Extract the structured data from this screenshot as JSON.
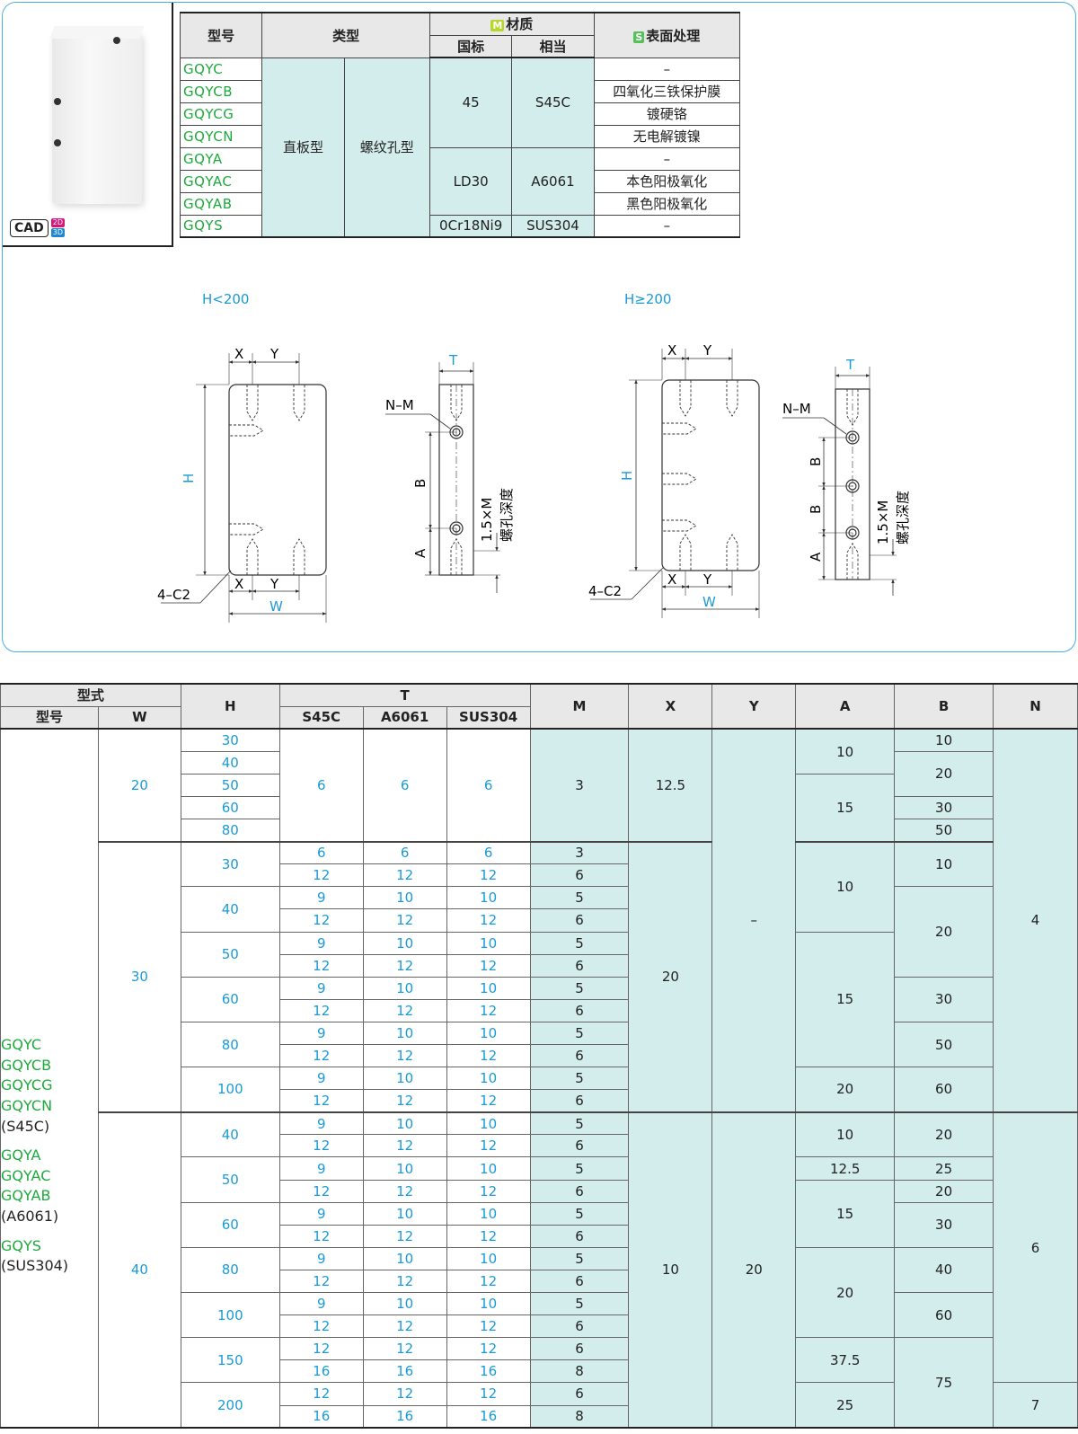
{
  "colors": {
    "green": "#1daa3c",
    "blue": "#1a9ad6",
    "cyan_fill": "#d3ecec",
    "header_fill": "#e8e8e8",
    "border_blue": "#4aaee0",
    "mark_green": "#56c15a",
    "mark_m": "#b6d62a",
    "mark_2d": "#d8157a",
    "mark_3d": "#1e88d0"
  },
  "cad": {
    "label": "CAD",
    "d2": "2D",
    "d3": "3D"
  },
  "material_table": {
    "h_model": "型号",
    "h_type": "类型",
    "h_material": "材质",
    "h_gb": "国标",
    "h_eq": "相当",
    "h_surface": "表面处理",
    "mark_m": "M",
    "mark_s": "S",
    "models": [
      "GQYC",
      "GQYCB",
      "GQYCG",
      "GQYCN",
      "GQYA",
      "GQYAC",
      "GQYAB",
      "GQYS"
    ],
    "type1": "直板型",
    "type2": "螺纹孔型",
    "gb": [
      "45",
      "LD30",
      "0Cr18Ni9"
    ],
    "eq": [
      "S45C",
      "A6061",
      "SUS304"
    ],
    "surface": [
      "–",
      "四氧化三铁保护膜",
      "镀硬铬",
      "无电解镀镍",
      "–",
      "本色阳极氧化",
      "黑色阳极氧化",
      "–"
    ]
  },
  "drawing": {
    "label_lt": "H<200",
    "label_ge": "H≥200",
    "X": "X",
    "Y": "Y",
    "H": "H",
    "W": "W",
    "T": "T",
    "A": "A",
    "B": "B",
    "NM": "N–M",
    "C2": "4–C2",
    "depth1": "1.5×M",
    "depth2": "螺孔深度"
  },
  "spec": {
    "h_form": "型式",
    "h_model": "型号",
    "h_W": "W",
    "h_H": "H",
    "h_T": "T",
    "h_s45c": "S45C",
    "h_a6061": "A6061",
    "h_sus304": "SUS304",
    "h_M": "M",
    "h_X": "X",
    "h_Y": "Y",
    "h_A": "A",
    "h_B": "B",
    "h_N": "N",
    "models_col": {
      "g1": [
        "GQYC",
        "GQYCB",
        "GQYCG",
        "GQYCN"
      ],
      "k1": "(S45C)",
      "g2": [
        "GQYA",
        "GQYAC",
        "GQYAB"
      ],
      "k2": "(A6061)",
      "g3": [
        "GQYS"
      ],
      "k3": "(SUS304)"
    },
    "w": [
      "20",
      "30",
      "40"
    ],
    "x": [
      "12.5",
      "20",
      "10"
    ],
    "y": [
      "–",
      "20"
    ],
    "n": [
      "4",
      "6",
      "7"
    ],
    "g20": {
      "h": [
        "30",
        "40",
        "50",
        "60",
        "80"
      ],
      "t": "6",
      "m": "3",
      "a": [
        "10",
        "15"
      ],
      "b": [
        "10",
        "20",
        "30",
        "50"
      ]
    },
    "g30": {
      "h": [
        "30",
        "40",
        "50",
        "60",
        "80",
        "100"
      ],
      "rows": [
        [
          "6",
          "6",
          "6",
          "3"
        ],
        [
          "12",
          "12",
          "12",
          "6"
        ],
        [
          "9",
          "10",
          "10",
          "5"
        ],
        [
          "12",
          "12",
          "12",
          "6"
        ],
        [
          "9",
          "10",
          "10",
          "5"
        ],
        [
          "12",
          "12",
          "12",
          "6"
        ],
        [
          "9",
          "10",
          "10",
          "5"
        ],
        [
          "12",
          "12",
          "12",
          "6"
        ],
        [
          "9",
          "10",
          "10",
          "5"
        ],
        [
          "12",
          "12",
          "12",
          "6"
        ],
        [
          "9",
          "10",
          "10",
          "5"
        ],
        [
          "12",
          "12",
          "12",
          "6"
        ]
      ],
      "a": [
        "10",
        "15",
        "20"
      ],
      "b": [
        "10",
        "20",
        "30",
        "50",
        "60"
      ]
    },
    "g40": {
      "h": [
        "40",
        "50",
        "60",
        "80",
        "100",
        "150",
        "200"
      ],
      "rows": [
        [
          "9",
          "10",
          "10",
          "5"
        ],
        [
          "12",
          "12",
          "12",
          "6"
        ],
        [
          "9",
          "10",
          "10",
          "5"
        ],
        [
          "12",
          "12",
          "12",
          "6"
        ],
        [
          "9",
          "10",
          "10",
          "5"
        ],
        [
          "12",
          "12",
          "12",
          "6"
        ],
        [
          "9",
          "10",
          "10",
          "5"
        ],
        [
          "12",
          "12",
          "12",
          "6"
        ],
        [
          "9",
          "10",
          "10",
          "5"
        ],
        [
          "12",
          "12",
          "12",
          "6"
        ],
        [
          "12",
          "12",
          "12",
          "6"
        ],
        [
          "16",
          "16",
          "16",
          "8"
        ],
        [
          "12",
          "12",
          "12",
          "6"
        ],
        [
          "16",
          "16",
          "16",
          "8"
        ]
      ],
      "a": [
        "10",
        "12.5",
        "15",
        "20",
        "37.5",
        "25"
      ],
      "b": [
        "20",
        "25",
        "20",
        "30",
        "40",
        "60",
        "75"
      ]
    }
  }
}
